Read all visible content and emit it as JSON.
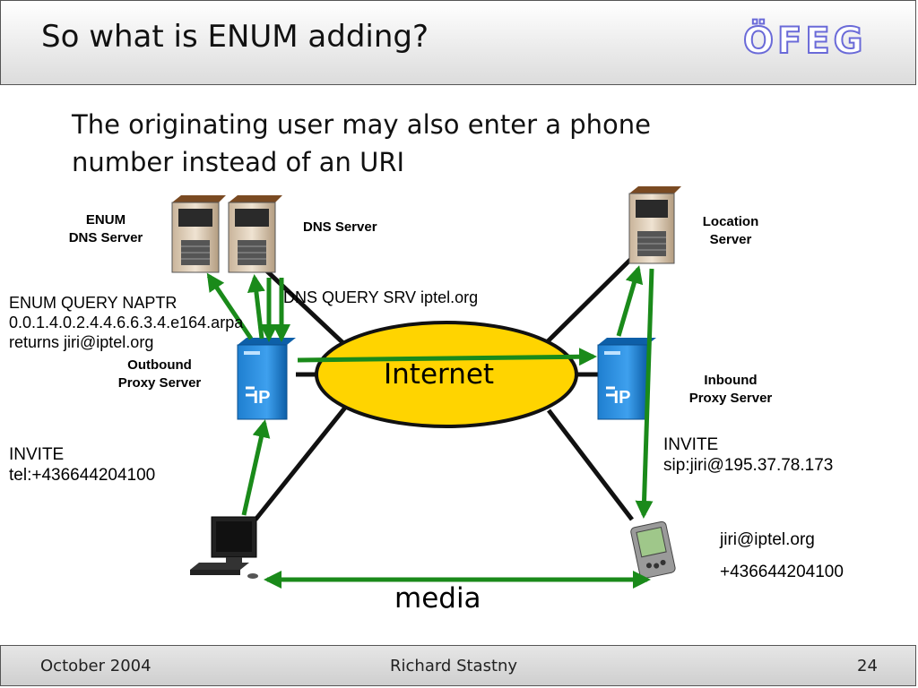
{
  "slide": {
    "title": "So what is ENUM adding?",
    "logo_text": "ÖFEG",
    "subtitle": "The originating user may also enter a phone number instead of an URI"
  },
  "diagram": {
    "cloud_label": "Internet",
    "enum_dns_label": [
      "ENUM",
      "DNS Server"
    ],
    "dns_server_label": "DNS Server",
    "location_server_label": [
      "Location",
      "Server"
    ],
    "outbound_proxy_label": [
      "Outbound",
      "Proxy Server"
    ],
    "inbound_proxy_label": [
      "Inbound",
      "Proxy Server"
    ],
    "enum_query": [
      "ENUM QUERY NAPTR",
      "0.0.1.4.0.2.4.4.6.6.3.4.e164.arpa",
      "returns jiri@iptel.org"
    ],
    "dns_query": "DNS QUERY SRV iptel.org",
    "invite_left": [
      "INVITE",
      "tel:+436644204100"
    ],
    "invite_right": [
      "INVITE",
      "sip:jiri@195.37.78.173"
    ],
    "callee_uri": "jiri@iptel.org",
    "callee_number": "+436644204100",
    "media_label": "media",
    "sip_icon_text": "IP",
    "arrow_color": "#1a8a1a",
    "cloud_color": "#ffd400"
  },
  "footer": {
    "date": "October 2004",
    "author": "Richard Stastny",
    "page": "24"
  }
}
